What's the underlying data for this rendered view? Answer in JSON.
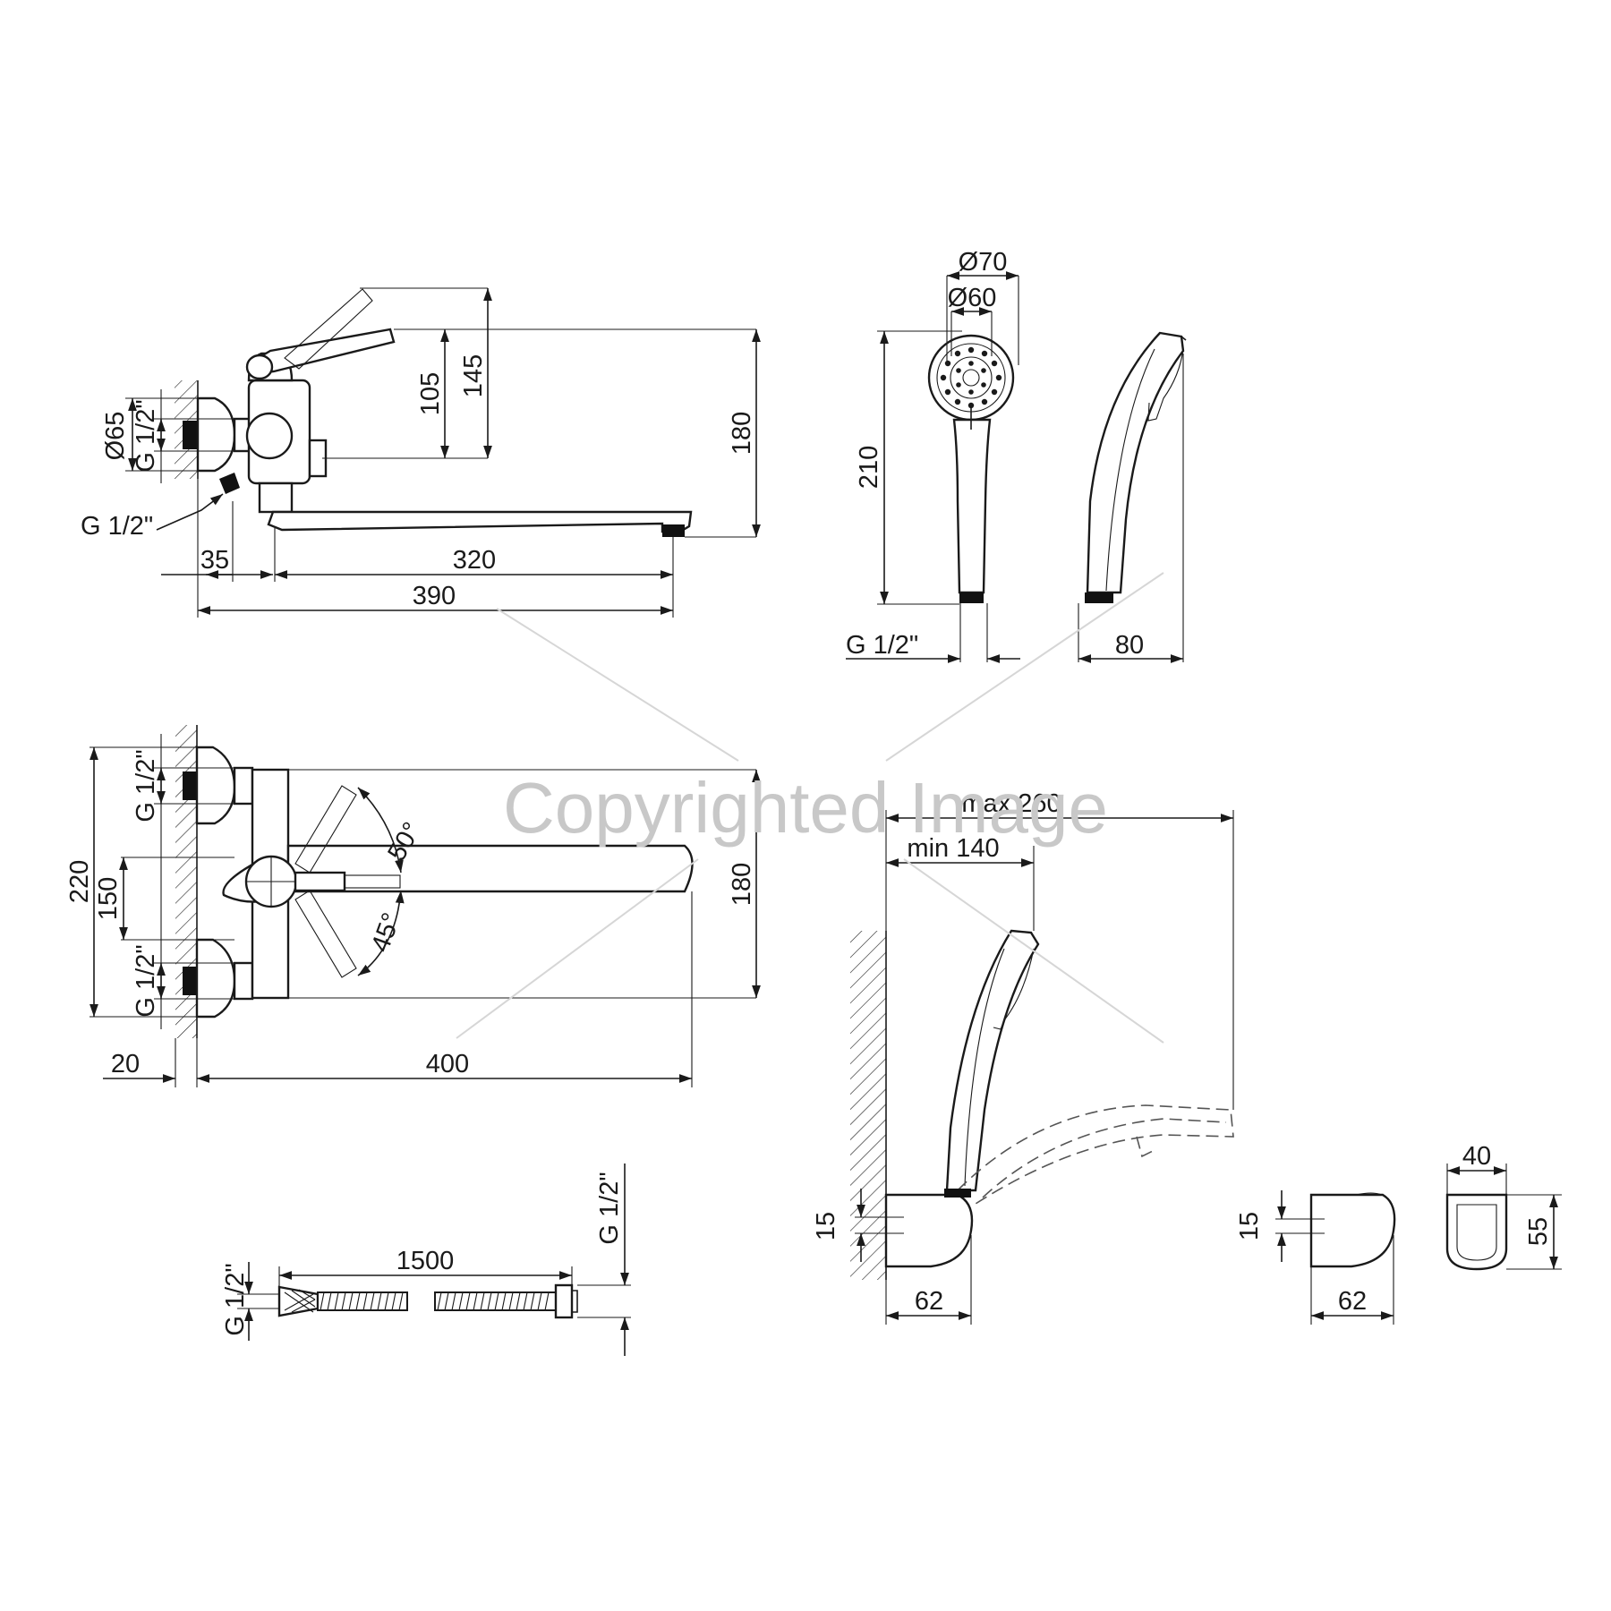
{
  "watermark": "Copyrighted Image",
  "side_view": {
    "d65": "Ø65",
    "g_half_a": "G 1/2\"",
    "g_half_b": "G 1/2\"",
    "d105": "105",
    "d145": "145",
    "d180": "180",
    "d35": "35",
    "d320": "320",
    "d390": "390"
  },
  "shower_head": {
    "d70": "Ø70",
    "d60": "Ø60",
    "d210": "210",
    "g_half": "G 1/2\"",
    "d80": "80"
  },
  "top_view": {
    "g_half_top": "G 1/2\"",
    "g_half_bottom": "G 1/2\"",
    "d220": "220",
    "d150": "150",
    "d180": "180",
    "a50": "50°",
    "a45": "45°",
    "d20": "20",
    "d400": "400"
  },
  "holder_view": {
    "max": "max 260",
    "min": "min 140",
    "d15": "15",
    "d62": "62"
  },
  "bracket": {
    "d15": "15",
    "d62": "62",
    "d40": "40",
    "d55": "55"
  },
  "hose": {
    "d1500": "1500",
    "g_left": "G 1/2\"",
    "g_right": "G 1/2\""
  }
}
